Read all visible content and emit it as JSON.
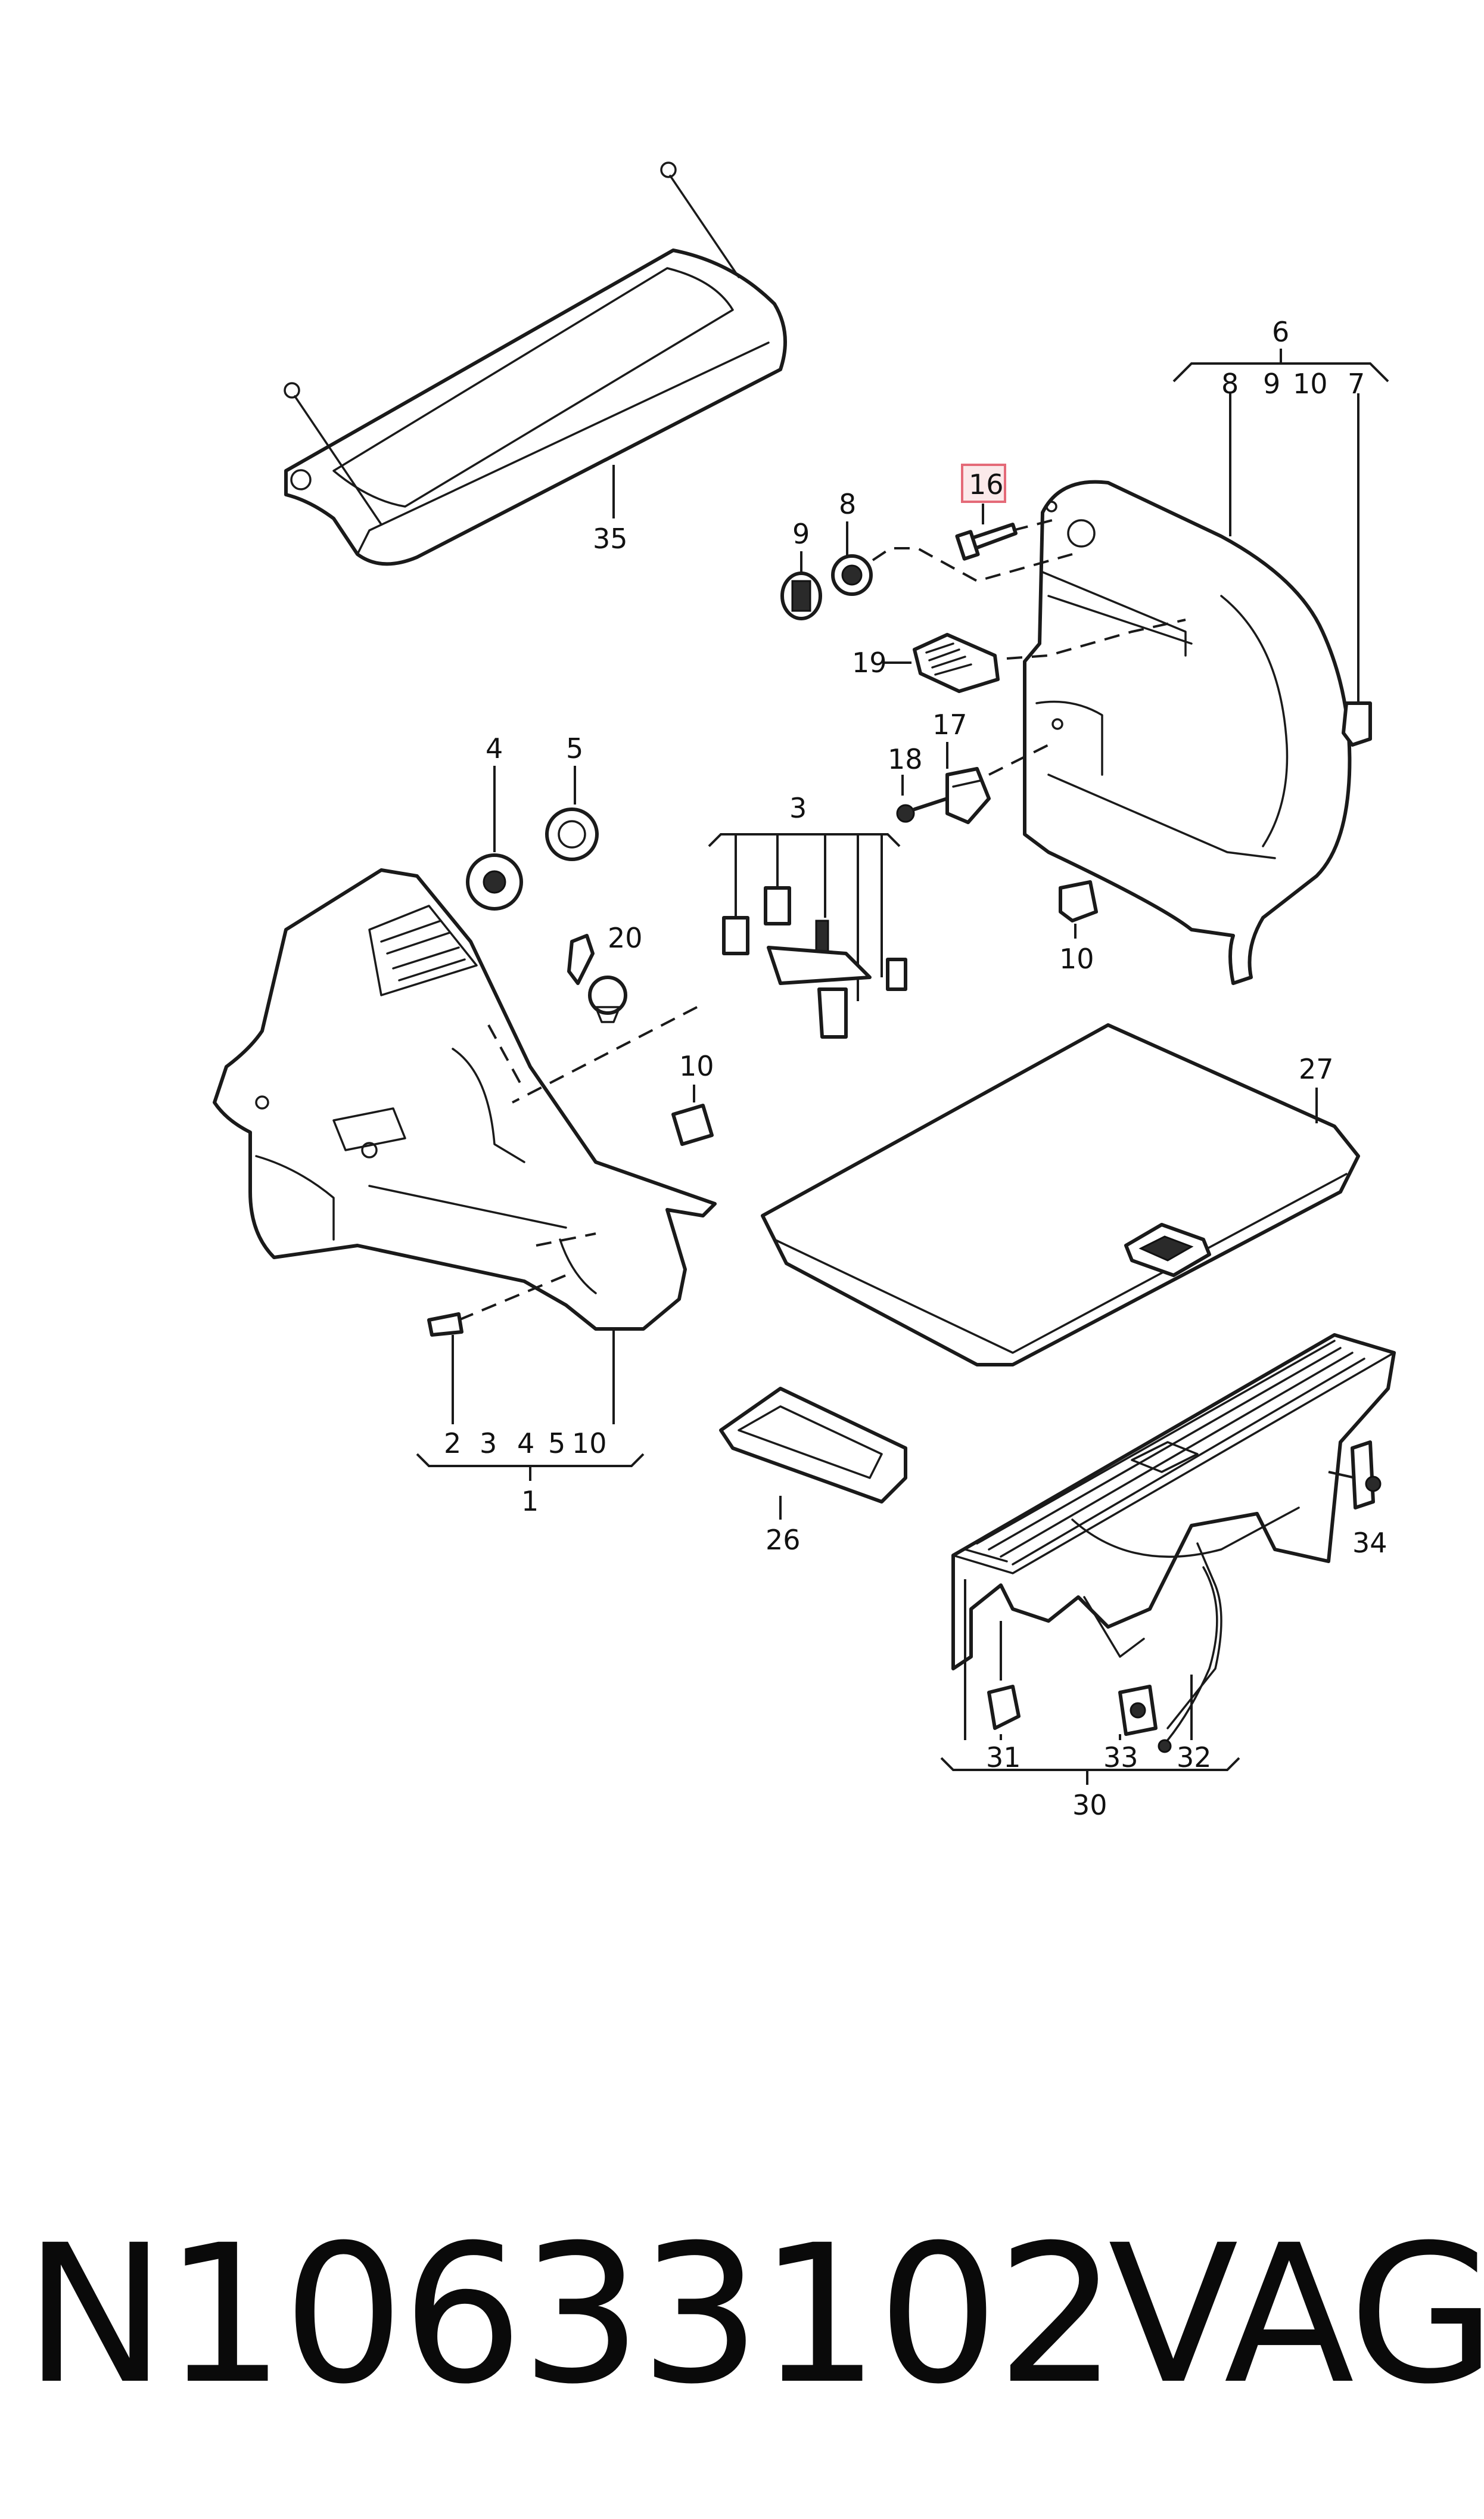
{
  "diagram": {
    "callouts": {
      "p35": "35",
      "p16": "16",
      "p9": "9",
      "p8": "8",
      "p19": "19",
      "p6": "6",
      "p6a": "8",
      "p6b": "9",
      "p6c": "10",
      "p6d": "7",
      "p4": "4",
      "p5": "5",
      "p3": "3",
      "p18": "18",
      "p17": "17",
      "p20": "20",
      "p10a": "10",
      "p10b": "10",
      "p27": "27",
      "p1a": "2",
      "p1b": "3",
      "p1c": "4",
      "p1d": "5",
      "p1e": "10",
      "p1": "1",
      "p26": "26",
      "p34": "34",
      "p31": "31",
      "p33": "33",
      "p32": "32",
      "p30": "30"
    },
    "highlighted_part": "16",
    "highlight_color": "#e46a78",
    "part_number": "N10633102",
    "brand": "VAG"
  }
}
